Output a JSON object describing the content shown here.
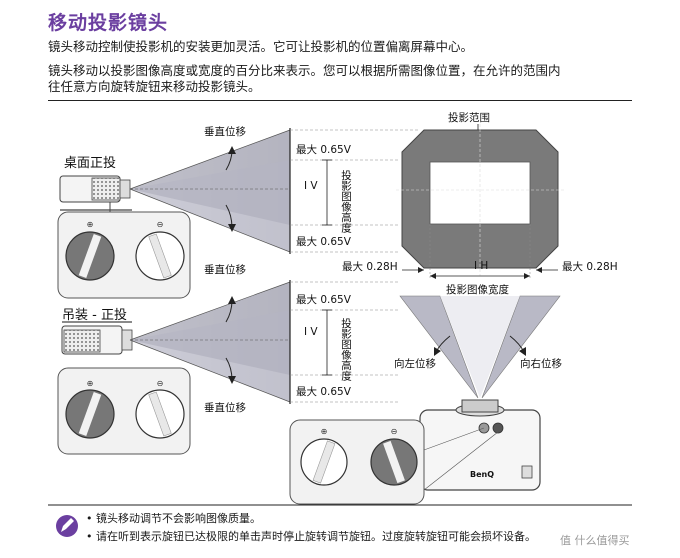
{
  "title": "移动投影镜头",
  "intro1": "镜头移动控制使投影机的安装更加灵活。它可让投影机的位置偏离屏幕中心。",
  "intro2a": "镜头移动以投影图像高度或宽度的百分比来表示。您可以根据所需图像位置，在允许的范围内",
  "intro2b": "往任意方向旋转旋钮来移动投影镜头。",
  "section_front": "桌面正投",
  "section_ceiling": "吊装 - 正投",
  "vshift_label": "垂直位移",
  "max_065v": "最大 0.65V",
  "iv": "I V",
  "image_height": "投影图像高度",
  "projection_range": "投影范围",
  "max_028h": "最大 0.28H",
  "ih": "I H",
  "image_width": "投影图像宽度",
  "shift_left": "向左位移",
  "shift_right": "向右位移",
  "brand": "BenQ",
  "notes": [
    "• 镜头移动调节不会影响图像质量。",
    "• 请在听到表示旋钮已达极限的单击声时停止旋转调节旋钮。过度旋转旋钮可能会损坏设备。"
  ],
  "watermark": "值 什么值得买",
  "colors": {
    "accent": "#6b3fa0",
    "beam": "#b9b9c6",
    "frame": "#7a7a7a"
  }
}
